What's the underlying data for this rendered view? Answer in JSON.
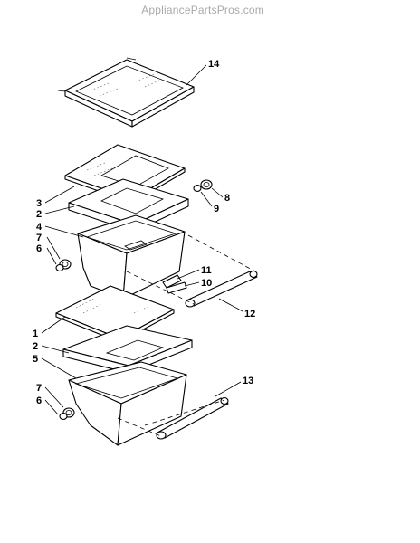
{
  "watermark": "AppliancePartsPros.com",
  "callouts": {
    "c14": "14",
    "c3": "3",
    "c2a": "2",
    "c4": "4",
    "c7a": "7",
    "c6a": "6",
    "c8": "8",
    "c9": "9",
    "c11": "11",
    "c10": "10",
    "c12": "12",
    "c1": "1",
    "c2b": "2",
    "c5": "5",
    "c7b": "7",
    "c6b": "6",
    "c13": "13"
  }
}
